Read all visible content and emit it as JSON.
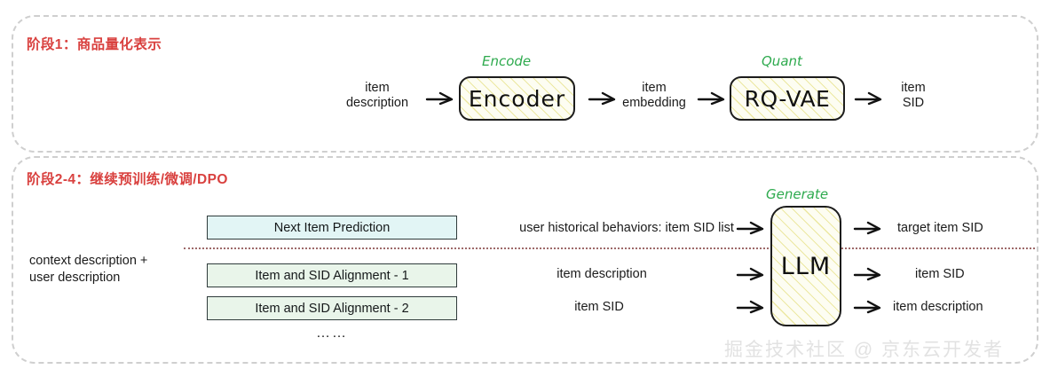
{
  "stages": [
    {
      "id": "stage-1",
      "title": "阶段1：商品量化表示"
    },
    {
      "id": "stage-2",
      "title": "阶段2-4：继续预训练/微调/DPO"
    }
  ],
  "stage1": {
    "input_label": "item\ndescription",
    "input_line1": "item",
    "input_line2": "description",
    "encode_label": "Encode",
    "encoder_box": "Encoder",
    "mid_line1": "item",
    "mid_line2": "embedding",
    "quant_label": "Quant",
    "quant_box": "RQ-VAE",
    "output_line1": "item",
    "output_line2": "SID"
  },
  "stage2": {
    "left_desc_line1": "context description +",
    "left_desc_line2": "user description",
    "tasks": [
      {
        "label": "Next Item Prediction",
        "color": "#e2f5f5"
      },
      {
        "label": "Item and SID Alignment - 1",
        "color": "#e9f5ea"
      },
      {
        "label": "Item and SID Alignment - 2",
        "color": "#e9f5ea"
      }
    ],
    "ellipsis": "……",
    "inputs": [
      "user historical behaviors: item SID list",
      "item description",
      "item SID"
    ],
    "generate_label": "Generate",
    "model_box": "LLM",
    "outputs": [
      "target item SID",
      "item SID",
      "item description"
    ]
  },
  "watermark": "掘金技术社区 @ 京东云开发者",
  "colors": {
    "stage_title": "#d9413f",
    "hand_label": "#2eaa4e",
    "divider": "#9e6a6a",
    "cyan_box": "#e2f5f5",
    "green_box": "#e9f5ea",
    "hatch": "#ded660",
    "watermark": "#e2e2e2"
  }
}
